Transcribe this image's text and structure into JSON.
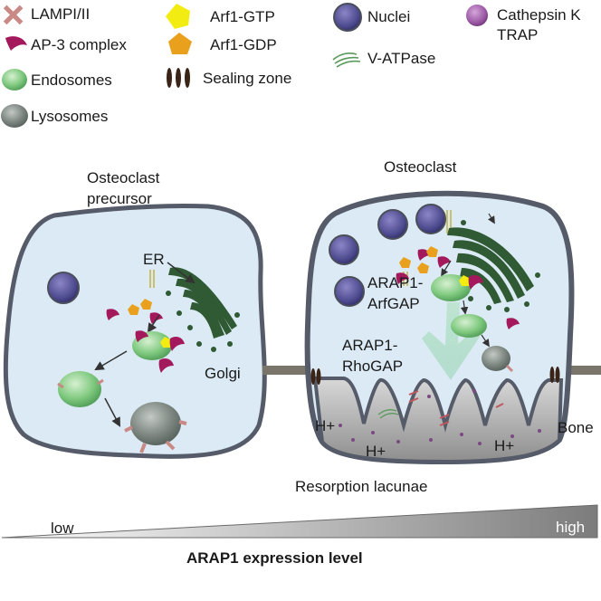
{
  "legend": {
    "lamp": "LAMPI/II",
    "ap3": "AP-3 complex",
    "endosomes": "Endosomes",
    "lysosomes": "Lysosomes",
    "arf1_gtp": "Arf1-GTP",
    "arf1_gdp": "Arf1-GDP",
    "sealing_zone": "Sealing zone",
    "nuclei": "Nuclei",
    "v_atpase": "V-ATPase",
    "cathepsin_line1": "Cathepsin K",
    "cathepsin_line2": "TRAP"
  },
  "left_cell": {
    "title_line1": "Osteoclast",
    "title_line2": "precursor",
    "er": "ER",
    "golgi": "Golgi"
  },
  "right_cell": {
    "title": "Osteoclast",
    "arfgap_line1": "ARAP1-",
    "arfgap_line2": "ArfGAP",
    "rhogap_line1": "ARAP1-",
    "rhogap_line2": "RhoGAP",
    "h1": "H+",
    "h2": "H+",
    "h3": "H+",
    "bone": "Bone",
    "lacunae": "Resorption lacunae"
  },
  "gradient_bar": {
    "low": "low",
    "high": "high",
    "caption": "ARAP1 expression level"
  },
  "colors": {
    "cytoplasm": "#dbeaf4",
    "membrane": "#5a5f6c",
    "nucleus": "#4e4a8f",
    "endosome": "#6fbf72",
    "lysosome": "#7d8680",
    "ap3": "#a3195b",
    "arf1_gtp": "#f2ec12",
    "arf1_gdp": "#e9a01c",
    "golgi": "#2f5a33",
    "bone": "#a9a9a9",
    "lamp": "#c98a86",
    "cathepsin": "#9a57a3"
  }
}
